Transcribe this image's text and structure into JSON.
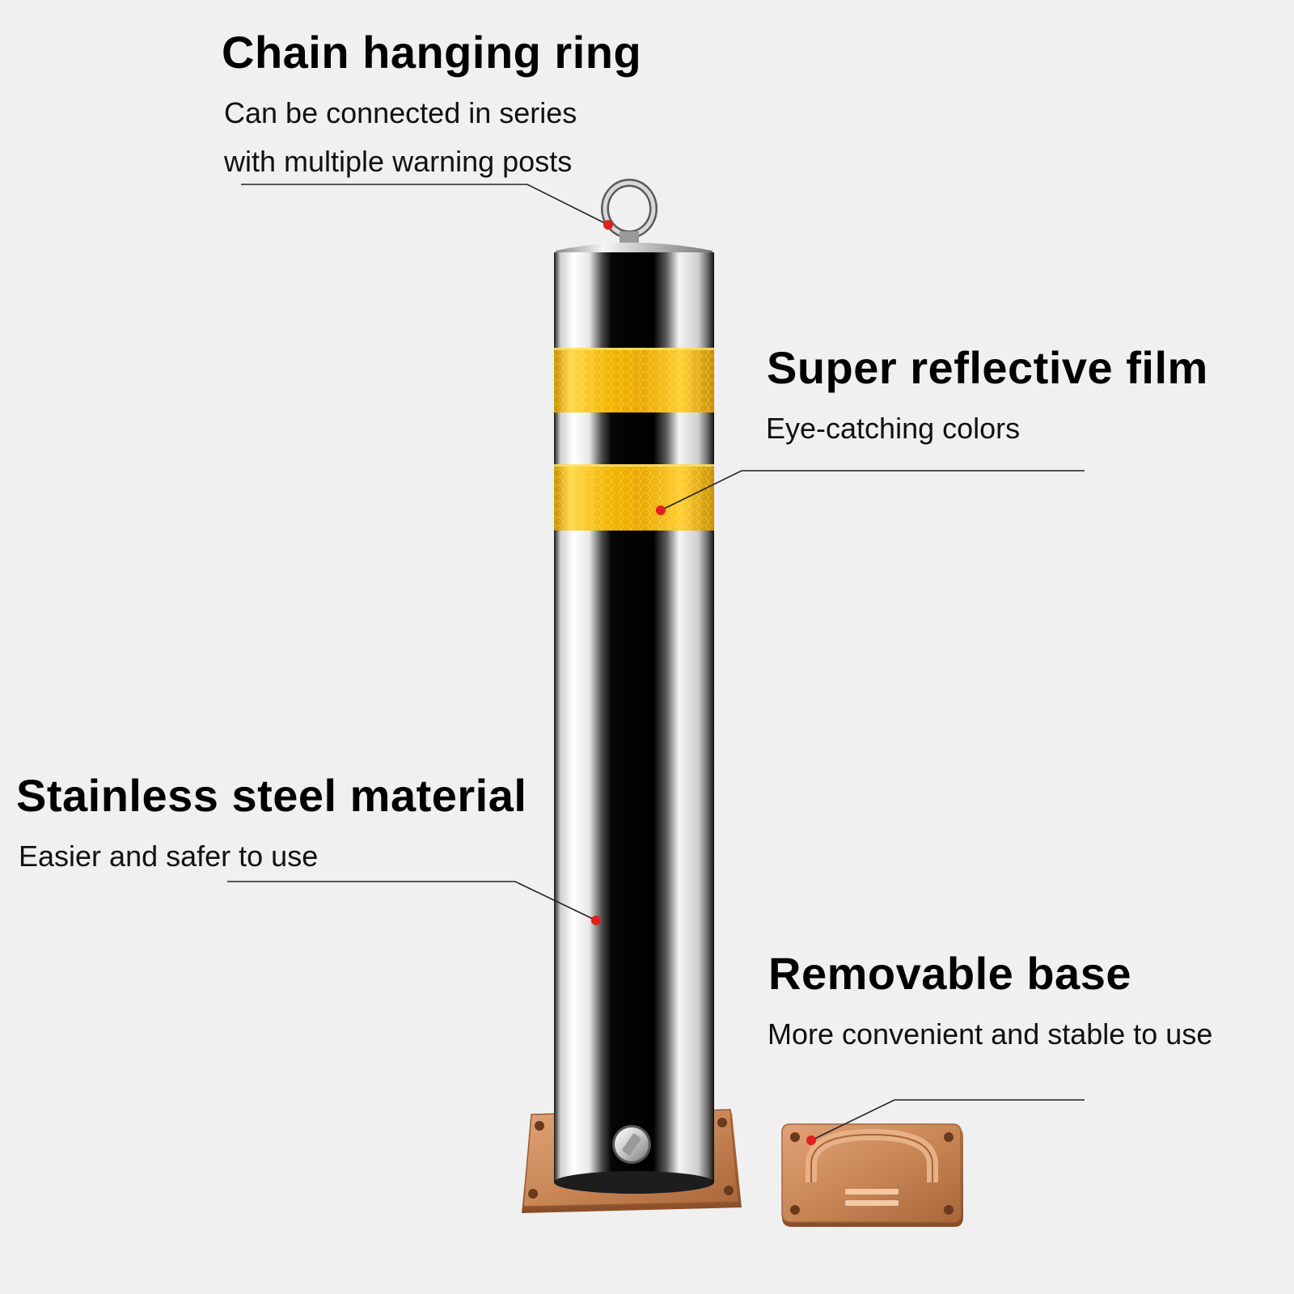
{
  "colors": {
    "background": "#f0f0f0",
    "reflective_yellow": "#f6bd0b",
    "base_copper": "#c98757",
    "marker_red": "#e0201c",
    "leader_line": "#222222"
  },
  "callouts": {
    "chain_ring": {
      "title": "Chain hanging ring",
      "lines": [
        "Can be connected in series",
        "with multiple warning posts"
      ]
    },
    "reflective_film": {
      "title": "Super reflective film",
      "lines": [
        "Eye-catching colors"
      ]
    },
    "stainless_steel": {
      "title": "Stainless steel material",
      "lines": [
        "Easier and safer to use"
      ]
    },
    "removable_base": {
      "title": "Removable base",
      "lines": [
        "More convenient and stable to use"
      ]
    }
  },
  "icons": {
    "post": "stainless-bollard-icon",
    "ring": "hanging-ring-icon",
    "base": "removable-base-plate-icon",
    "marker": "red-dot-marker-icon"
  }
}
